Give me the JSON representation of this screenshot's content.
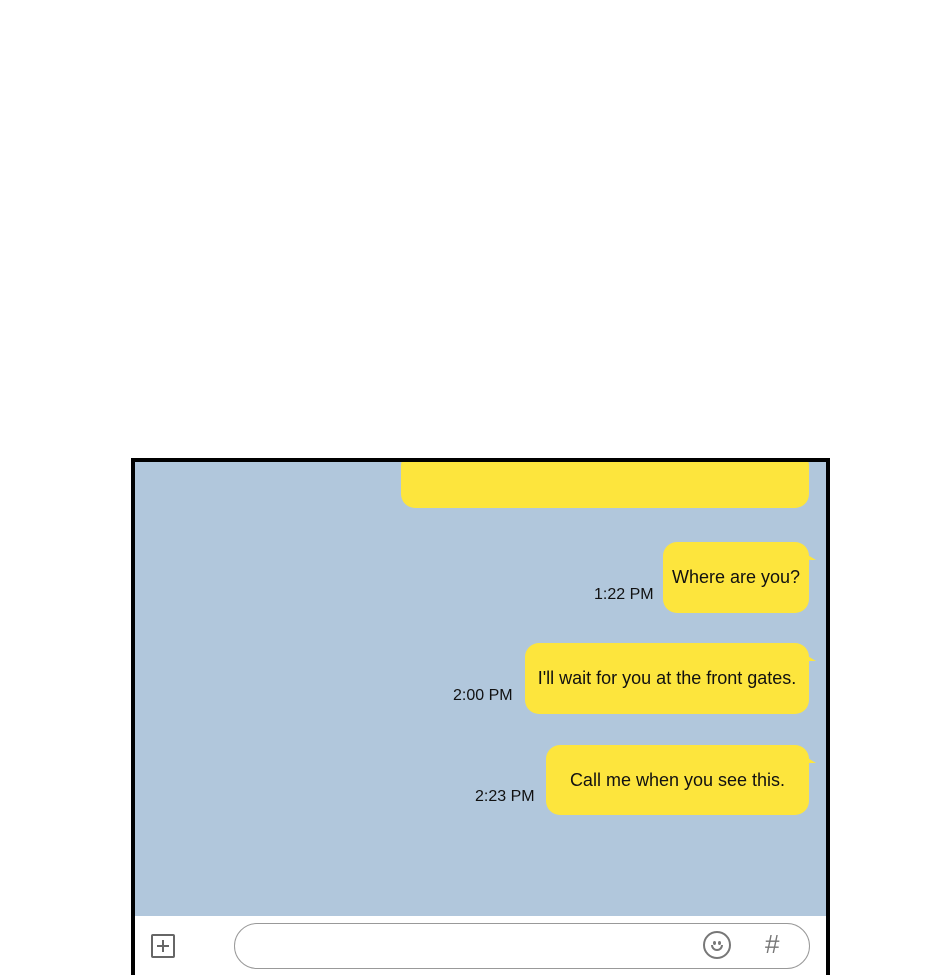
{
  "messages": [
    {
      "text": "",
      "time": ""
    },
    {
      "text": "Where are you?",
      "time": "1:22 PM"
    },
    {
      "text": "I'll wait for you at the front gates.",
      "time": "2:00 PM"
    },
    {
      "text": "Call me when you see this.",
      "time": "2:23 PM"
    }
  ],
  "input": {
    "placeholder": ""
  },
  "icons": {
    "attach": "plus-box-icon",
    "emoji": "smiley-icon",
    "hashtag": "hash-icon",
    "hashtag_glyph": "#"
  },
  "colors": {
    "chat_bg": "#b1c7dc",
    "bubble": "#fde53d"
  }
}
